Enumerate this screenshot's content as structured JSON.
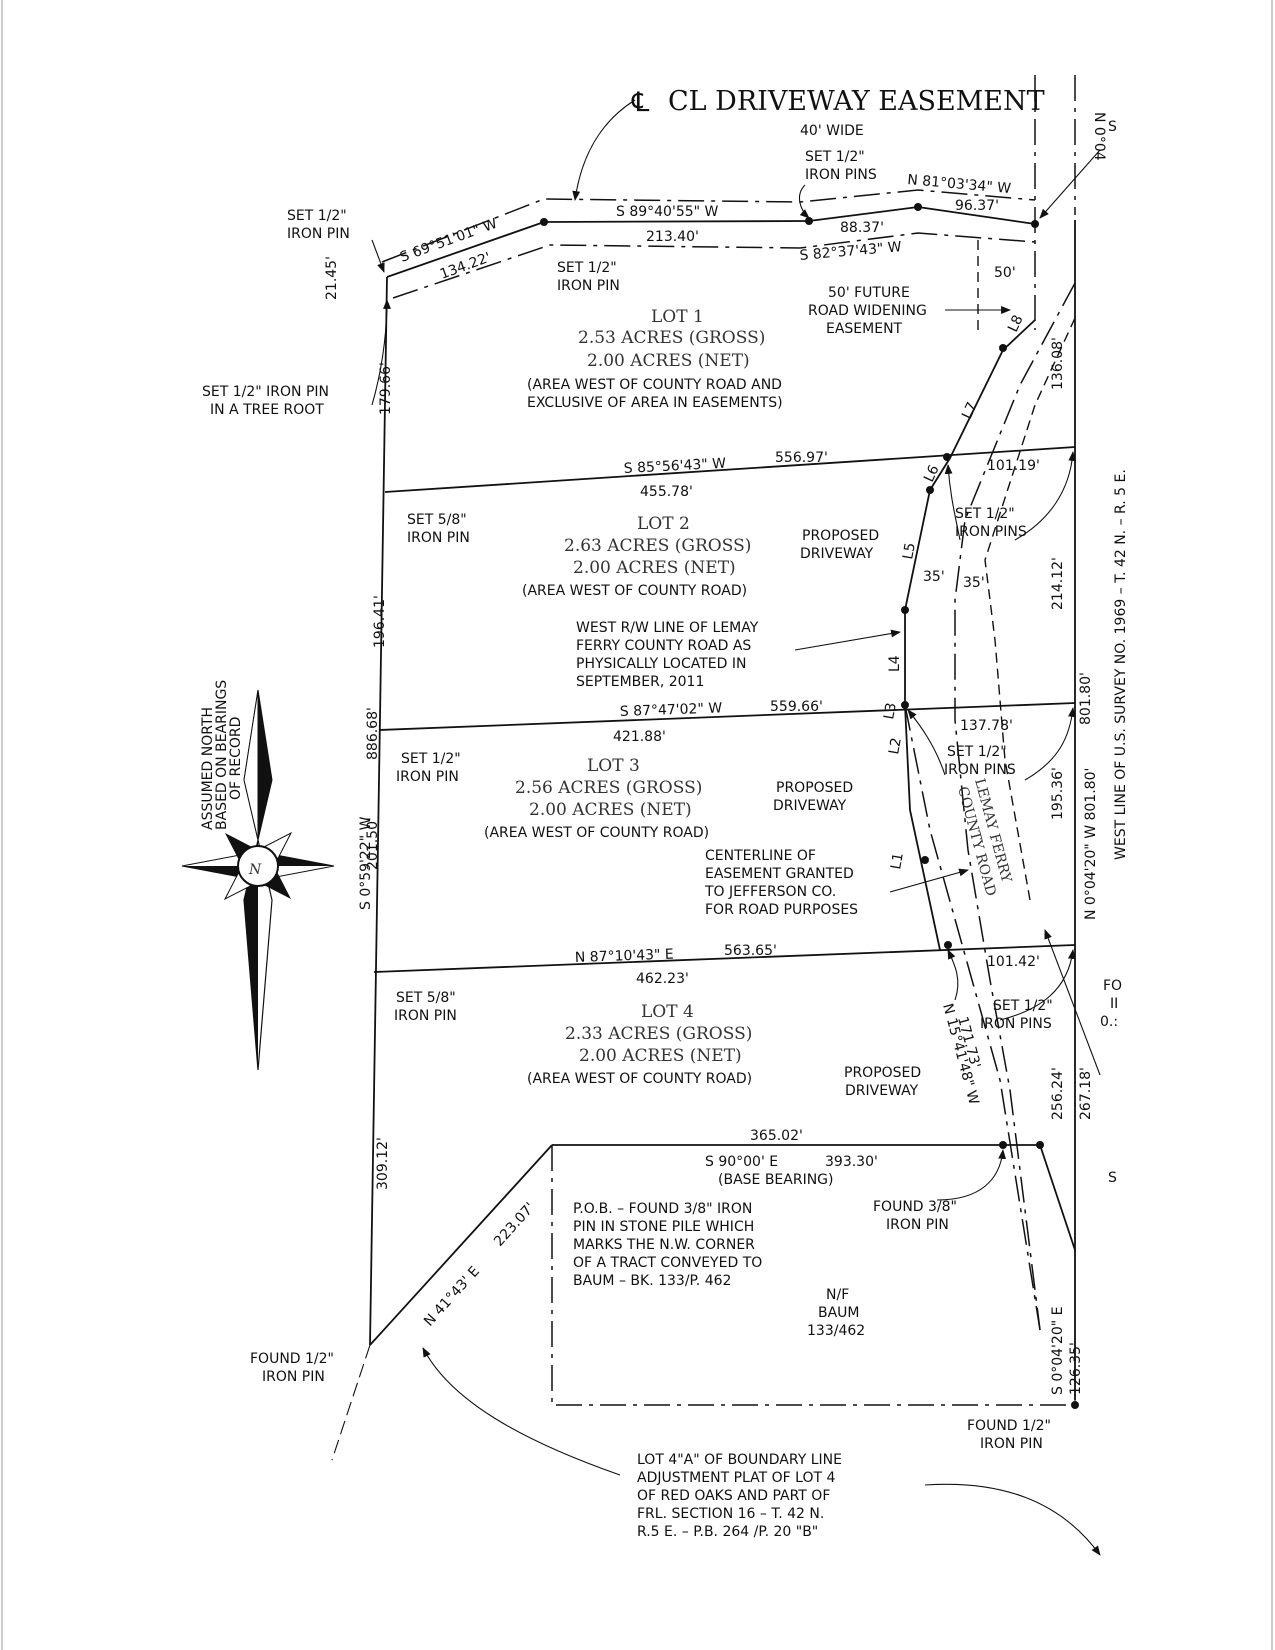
{
  "title": "CL DRIVEWAY EASEMENT",
  "easement_width": "40' WIDE",
  "bearings": {
    "top_west_segment": "S 69°51'01\" W",
    "top_west_dist": "134.22'",
    "top_mid_bearing": "S 89°40'55\" W",
    "top_mid_dist": "213.40'",
    "top_right_bearing": "N 81°03'34\" W",
    "top_right_dist": "96.37'",
    "top_right_sub": "88.37'",
    "top_lower_bearing": "S 82°37'43\" W",
    "west_small": "21.45'",
    "future_width": "50'",
    "line1_bearing": "S 85°56'43\" W",
    "line1_total": "556.97'",
    "line1_dist": "455.78'",
    "line1_east": "101.19'",
    "line2_bearing": "S 87°47'02\" W",
    "line2_total": "559.66'",
    "line2_dist": "421.88'",
    "line2_east": "137.78'",
    "line3_bearing": "N 87°10'43\" E",
    "line3_total": "563.65'",
    "line3_dist": "462.23'",
    "line3_east": "101.42'",
    "west_seg1": "179.66'",
    "west_seg2": "196.41'",
    "west_total": "886.68'",
    "west_seg3": "201.50'",
    "west_seg4": "309.12'",
    "west_bearing": "S 0°59'22\" W",
    "east_seg1": "136.08'",
    "east_seg2": "214.12'",
    "east_total": "801.80'",
    "east_seg3": "195.36'",
    "east_seg4": "267.18'",
    "east_seg5": "256.24'",
    "east_bearing": "N 0°04'20\" W",
    "south_dist": "365.02'",
    "south_bearing": "S 90°00' E",
    "south_total": "393.30'",
    "base_bearing": "(BASE BEARING)",
    "sw_bearing": "N 41°43' E",
    "sw_dist": "223.07'",
    "road_bearing": "N 15°41'48\" W",
    "road_dist": "171.73'",
    "se_bearing": "S 0°04'20\" E",
    "se_dist": "126.35'",
    "top_n_bearing": "N 0°04",
    "lemay_35a": "35'",
    "lemay_35b": "35'"
  },
  "line_labels": [
    "L1",
    "L2",
    "L3",
    "L4",
    "L5",
    "L6",
    "L7",
    "L8"
  ],
  "notes": {
    "set_pin_1": [
      "SET 1/2\"",
      "IRON PIN"
    ],
    "set_pin_2": [
      "SET 1/2\"",
      "IRON PIN"
    ],
    "set_pins_top": [
      "SET 1/2\"",
      "IRON PINS"
    ],
    "tree_root": [
      "SET 1/2\" IRON PIN",
      "IN A TREE ROOT"
    ],
    "future_road": [
      "50' FUTURE",
      "ROAD WIDENING",
      "EASEMENT"
    ],
    "set58_a": [
      "SET 5/8\"",
      "IRON PIN"
    ],
    "set12_lot2": [
      "SET 1/2\"",
      "IRON PINS"
    ],
    "proposed_1": [
      "PROPOSED",
      "DRIVEWAY"
    ],
    "west_rw": [
      "WEST R/W LINE OF LEMAY",
      "FERRY COUNTY ROAD AS",
      "PHYSICALLY LOCATED IN",
      "SEPTEMBER, 2011"
    ],
    "set12_lot3a": [
      "SET 1/2\"",
      "IRON PIN"
    ],
    "set12_lot3b": [
      "SET 1/2\"",
      "IRON PINS"
    ],
    "proposed_2": [
      "PROPOSED",
      "DRIVEWAY"
    ],
    "centerline": [
      "CENTERLINE OF",
      "EASEMENT GRANTED",
      "TO JEFFERSON CO.",
      "FOR ROAD PURPOSES"
    ],
    "set58_b": [
      "SET 5/8\"",
      "IRON PIN"
    ],
    "set12_lot4": [
      "SET 1/2\"",
      "IRON PINS"
    ],
    "proposed_3": [
      "PROPOSED",
      "DRIVEWAY"
    ],
    "pob": [
      "P.O.B. – FOUND 3/8\" IRON",
      "PIN IN STONE PILE WHICH",
      "MARKS THE N.W. CORNER",
      "OF A TRACT CONVEYED TO",
      "BAUM – BK. 133/P. 462"
    ],
    "found38": [
      "FOUND 3/8\"",
      "IRON PIN"
    ],
    "baum": [
      "N/F",
      "BAUM",
      "133/462"
    ],
    "found12_sw": [
      "FOUND 1/2\"",
      "IRON PIN"
    ],
    "found12_se": [
      "FOUND 1/2\"",
      "IRON PIN"
    ],
    "lot4a": [
      "LOT 4\"A\" OF BOUNDARY LINE",
      "ADJUSTMENT PLAT OF LOT 4",
      "OF RED OAKS AND PART OF",
      "FRL. SECTION 16 – T. 42 N.",
      "R.5 E. – P.B. 264 /P. 20 \"B\""
    ],
    "road_name": [
      "LEMAY FERRY",
      "COUNTY ROAD"
    ],
    "west_line_survey": "N 0°04'20\" W   801.80'",
    "west_line_text": "WEST LINE OF U.S. SURVEY NO. 1969 – T. 42 N. – R. 5 E.",
    "north_note": [
      "ASSUMED NORTH",
      "BASED ON BEARINGS",
      "OF RECORD"
    ],
    "north_letter": "N",
    "edge_s1": "S",
    "edge_s2": "S",
    "edge_fo": "FO",
    "edge_ii": "II",
    "edge_oz": "0.:"
  },
  "lots": [
    {
      "name": "LOT 1",
      "gross": "2.53 ACRES (GROSS)",
      "net": "2.00 ACRES (NET)",
      "note1": "(AREA WEST OF COUNTY ROAD AND",
      "note2": "EXCLUSIVE OF AREA IN EASEMENTS)"
    },
    {
      "name": "LOT 2",
      "gross": "2.63 ACRES (GROSS)",
      "net": "2.00 ACRES (NET)",
      "note1": "(AREA WEST OF COUNTY ROAD)"
    },
    {
      "name": "LOT 3",
      "gross": "2.56 ACRES (GROSS)",
      "net": "2.00 ACRES (NET)",
      "note1": "(AREA WEST OF COUNTY ROAD)"
    },
    {
      "name": "LOT 4",
      "gross": "2.33 ACRES (GROSS)",
      "net": "2.00 ACRES (NET)",
      "note1": "(AREA WEST OF COUNTY ROAD)"
    }
  ]
}
